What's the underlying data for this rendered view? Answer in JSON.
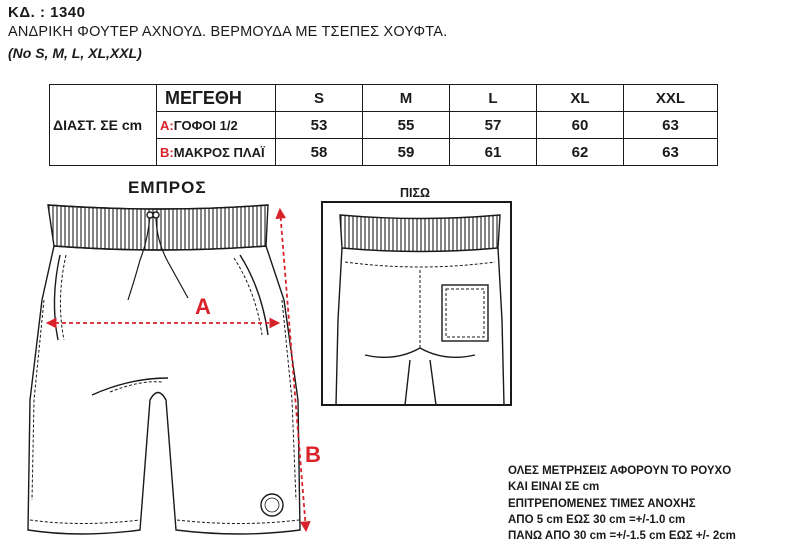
{
  "product": {
    "code": "ΚΔ. : 1340",
    "description": "ΑΝΔΡΙΚΗ ΦΟΥΤΕΡ ΑΧΝΟΥΔ. ΒΕΡΜΟΥΔΑ ΜΕ ΤΣΕΠΕΣ ΧΟΥΦΤΑ.",
    "sizes_note": "(No S, M, L, XL,XXL)"
  },
  "size_table": {
    "row_header": "ΔΙΑΣΤ. ΣΕ cm",
    "sizes_label": "ΜΕΓΕΘΗ",
    "sizes": [
      "S",
      "M",
      "L",
      "XL",
      "XXL"
    ],
    "rows": [
      {
        "letter": "A:",
        "name": "ΓΟΦΟΙ 1/2",
        "values": [
          "53",
          "55",
          "57",
          "60",
          "63"
        ]
      },
      {
        "letter": "B:",
        "name": "ΜΑΚΡΟΣ ΠΛΑΪ",
        "values": [
          "58",
          "59",
          "61",
          "62",
          "63"
        ]
      }
    ]
  },
  "views": {
    "front_title": "ΕΜΠΡΟΣ",
    "back_title": "ΠΙΣΩ",
    "marker_a": "A",
    "marker_b": "B"
  },
  "colors": {
    "accent_red": "#d8232a",
    "line": "#1a1a1a"
  },
  "notes": [
    "ΟΛΕΣ ΜΕΤΡΗΣΕΙΣ ΑΦΟΡΟΥΝ ΤΟ ΡΟΥΧΟ",
    "ΚΑΙ ΕΙΝΑΙ ΣΕ cm",
    "ΕΠΙΤΡΕΠΟΜΕΝΕΣ ΤΙΜΕΣ ΑΝΟΧΗΣ",
    "ΑΠΟ 5 cm  ΕΩΣ 30 cm =+/-1.0 cm",
    "ΠΑΝΩ ΑΠΟ 30 cm =+/-1.5 cm ΕΩΣ +/- 2cm"
  ]
}
